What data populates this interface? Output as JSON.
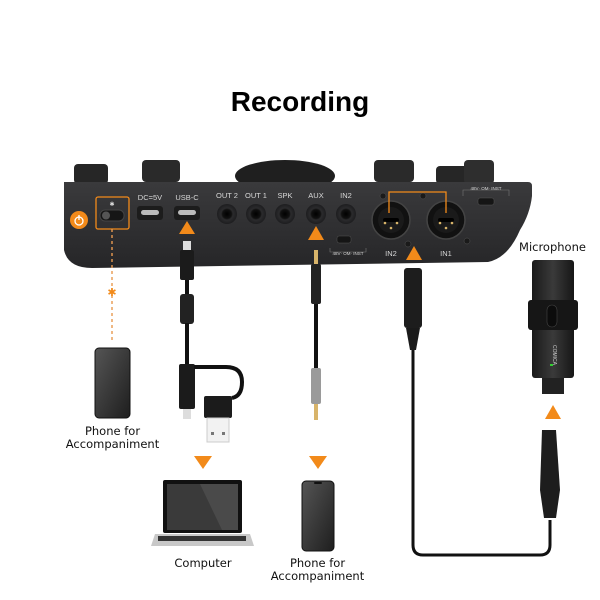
{
  "title": "Recording",
  "accent_color": "#f28a1a",
  "device": {
    "name": "audio-mixer",
    "ports": [
      {
        "id": "dc",
        "label": "DC=5V"
      },
      {
        "id": "usbc",
        "label": "USB-C"
      },
      {
        "id": "out2",
        "label": "OUT 2"
      },
      {
        "id": "out1",
        "label": "OUT 1"
      },
      {
        "id": "spk",
        "label": "SPK"
      },
      {
        "id": "aux",
        "label": "AUX"
      },
      {
        "id": "in2_jack",
        "label": "IN2"
      },
      {
        "id": "in2_xlr",
        "label": "IN2"
      },
      {
        "id": "in1_xlr",
        "label": "IN1"
      }
    ],
    "switch_labels": {
      "aux_switch": "48V· OM· INST",
      "in1_switch": "48V· OM· INST"
    },
    "icons": {
      "power": "power-icon",
      "bluetooth": "bluetooth-icon"
    }
  },
  "connections": [
    {
      "from": "bluetooth",
      "to": "Phone for Accompaniment",
      "type": "wireless"
    },
    {
      "from": "USB-C",
      "to": "Computer",
      "type": "usb-c to usb-a/usb-c cable"
    },
    {
      "from": "AUX",
      "to": "Phone for Accompaniment",
      "type": "3.5mm TRRS cable"
    },
    {
      "from": "IN2",
      "to": "Microphone",
      "type": "XLR cable"
    }
  ],
  "labels": {
    "phone_left_line1": "Phone for",
    "phone_left_line2": "Accompaniment",
    "computer": "Computer",
    "phone_bottom_line1": "Phone for",
    "phone_bottom_line2": "Accompaniment",
    "microphone": "Microphone"
  },
  "mic_brand": "COMICA"
}
